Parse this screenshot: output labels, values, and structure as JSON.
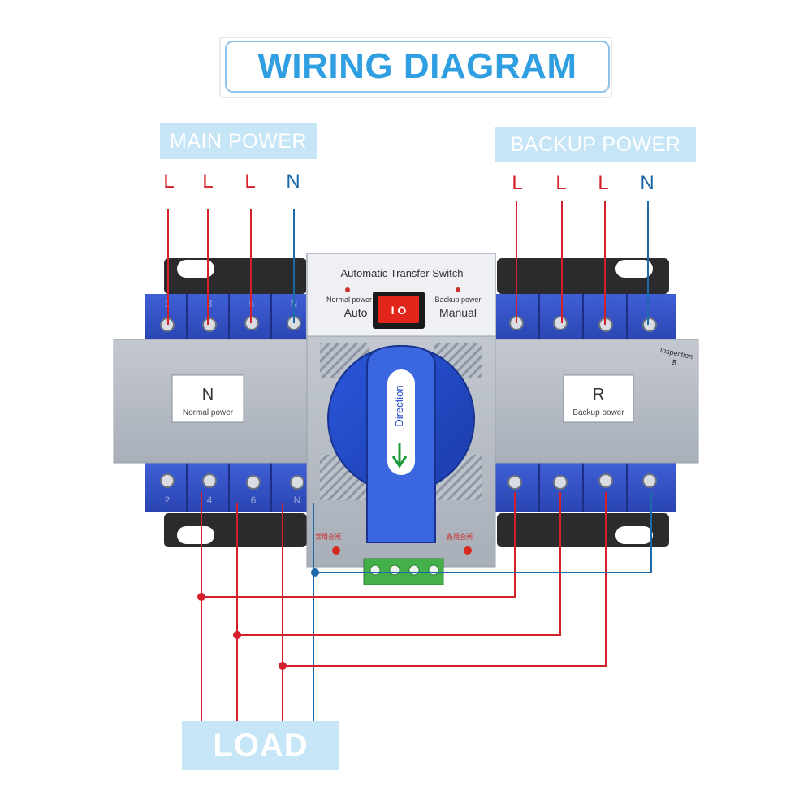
{
  "title": "WIRING DIAGRAM",
  "main_power": {
    "label": "MAIN POWER",
    "terminals": [
      "L",
      "L",
      "L",
      "N"
    ]
  },
  "backup_power": {
    "label": "BACKUP POWER",
    "terminals": [
      "L",
      "L",
      "L",
      "N"
    ]
  },
  "switch": {
    "name": "Automatic Transfer Switch",
    "left_indicator": "Normal power",
    "right_indicator": "Backup power",
    "mode_left": "Auto",
    "mode_right": "Manual",
    "rocker_symbols": "I O",
    "handle_text": "Direction",
    "left_panel_letter": "N",
    "left_panel_sub": "Normal power",
    "right_panel_letter": "R",
    "right_panel_sub": "Backup power",
    "inspection": "Inspection",
    "inspection_no": "5",
    "top_terminal_numbers": [
      "1",
      "3",
      "5",
      "N"
    ],
    "bottom_terminal_numbers": [
      "2",
      "4",
      "6",
      "N"
    ],
    "bottom_left_cn": "常用合闸",
    "bottom_right_cn": "备用合闸"
  },
  "load_label": "LOAD",
  "colors": {
    "title_blue": "#2f9fe2",
    "tag_bg": "#c6e5f6",
    "live_wire": "#d3202a",
    "neutral_wire": "#1e6aa8",
    "terminal_blue": "#3552c9",
    "housing_grey": "#b5bbc5",
    "knob_blue": "#1f47c8"
  }
}
